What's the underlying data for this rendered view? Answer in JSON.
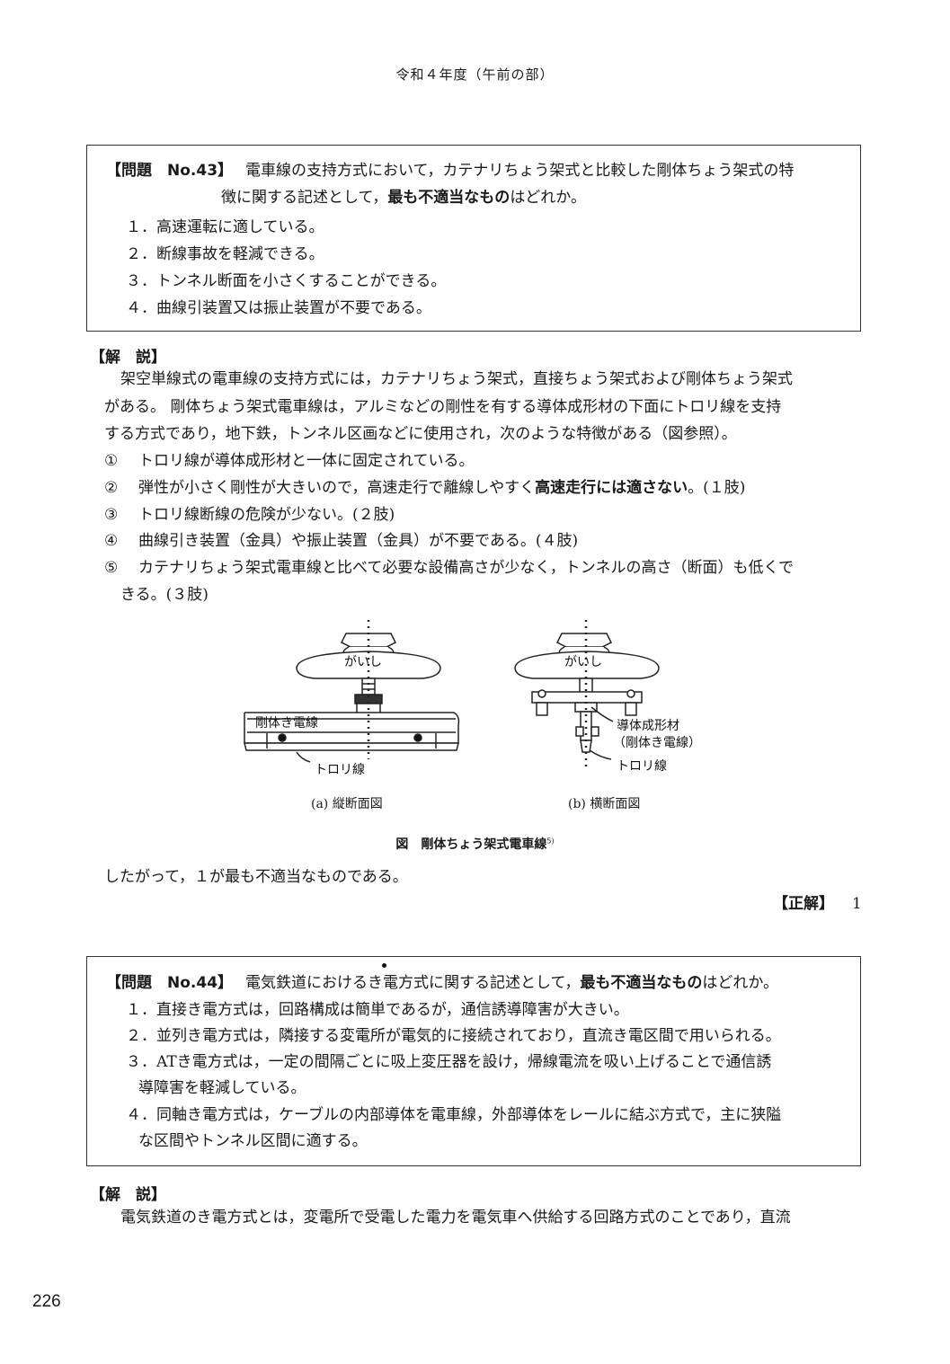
{
  "header": "令和４年度（午前の部）",
  "q43": {
    "label": "【問題　No.43】",
    "stem_line1": "電車線の支持方式において，カテナリちょう架式と比較した剛体ちょう架式の特",
    "stem_line2_pre": "徴に関する記述として，",
    "stem_line2_bold": "最も不適当なもの",
    "stem_line2_post": "はどれか。",
    "options": [
      "１．高速運転に適している。",
      "２．断線事故を軽減できる。",
      "３．トンネル断面を小さくすることができる。",
      "４．曲線引装置又は振止装置が不要である。"
    ]
  },
  "exp43": {
    "heading": "【解　説】",
    "para": [
      "架空単線式の電車線の支持方式には，カテナリちょう架式，直接ちょう架式および剛体ちょう架式",
      "がある。 剛体ちょう架式電車線は，アルミなどの剛性を有する導体成形材の下面にトロリ線を支持",
      "する方式であり，地下鉄，トンネル区画などに使用され，次のような特徴がある（図参照）。"
    ],
    "items": [
      {
        "num": "①",
        "text": "トロリ線が導体成形材と一体に固定されている。",
        "bold": "",
        "tail": ""
      },
      {
        "num": "②",
        "text": "弾性が小さく剛性が大きいので，高速走行で離線しやすく",
        "bold": "高速走行には適さない",
        "tail": "。(１肢)"
      },
      {
        "num": "③",
        "text": "トロリ線断線の危険が少ない。(２肢)",
        "bold": "",
        "tail": ""
      },
      {
        "num": "④",
        "text": "曲線引き装置（金具）や振止装置（金具）が不要である。(４肢)",
        "bold": "",
        "tail": ""
      },
      {
        "num": "⑤",
        "text": "カテナリちょう架式電車線と比べて必要な設備高さが少なく，トンネルの高さ（断面）も低くで",
        "bold": "",
        "tail": ""
      }
    ],
    "item5_cont": "きる。(３肢)",
    "figure": {
      "a_insulator": "がいし",
      "a_rigid": "剛体き電線",
      "a_trolley": "トロリ線",
      "a_caption": "(a) 縦断面図",
      "b_insulator": "がいし",
      "b_conductor1": "導体成形材",
      "b_conductor2": "（剛体き電線）",
      "b_trolley": "トロリ線",
      "b_caption": "(b) 横断面図",
      "title": "図　剛体ちょう架式電車線",
      "title_ref": "5)"
    },
    "conclusion": "したがって，１が最も不適当なものである。",
    "answer_label": "【正解】",
    "answer_value": "1"
  },
  "q44": {
    "label": "【問題　No.44】",
    "stem_pre": "電気鉄道におけるき電方式に関する記述として，",
    "stem_bold": "最も不適当なもの",
    "stem_post": "はどれか。",
    "options": [
      "１．直接き電方式は，回路構成は簡単であるが，通信誘導障害が大きい。",
      "２．並列き電方式は，隣接する変電所が電気的に接続されており，直流き電区間で用いられる。",
      "３．ATき電方式は，一定の間隔ごとに吸上変圧器を設け，帰線電流を吸い上げることで通信誘",
      "導障害を軽減している。",
      "４．同軸き電方式は，ケーブルの内部導体を電車線，外部導体をレールに結ぶ方式で，主に狭隘",
      "な区間やトンネル区間に適する。"
    ]
  },
  "exp44": {
    "heading": "【解　説】",
    "para1": "電気鉄道のき電方式とは，変電所で受電した電力を電気車へ供給する回路方式のことであり，直流"
  },
  "page_number": "226"
}
